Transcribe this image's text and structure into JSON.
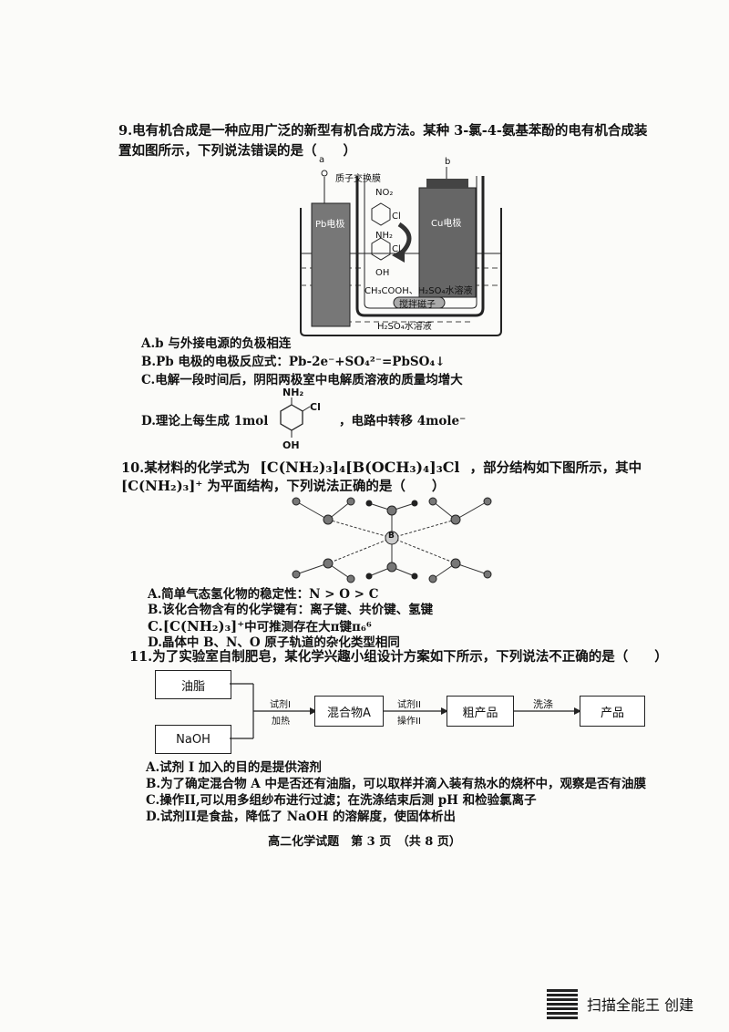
{
  "q9": {
    "stem_line1": "9.电有机合成是一种应用广泛的新型有机合成方法。某种 3-氯-4-氨基苯酚的电有机合成装",
    "stem_line2": "置如图所示，下列说法错误的是（　　）",
    "fig": {
      "terminal_a": "a",
      "terminal_b": "b",
      "membrane": "质子交换膜",
      "pb": "Pb电极",
      "cu": "Cu电极",
      "no2": "NO₂",
      "cl1": "Cl",
      "nh2": "NH₂",
      "cl2": "Cl",
      "oh": "OH",
      "solution1": "CH₃COOH、H₂SO₄水溶液",
      "stirrer": "搅拌磁子",
      "solution2": "H₂SO₄水溶液"
    },
    "options": {
      "A": "A.b 与外接电源的负极相连",
      "B": "B.Pb 电极的电极反应式：Pb-2e⁻+SO₄²⁻=PbSO₄↓",
      "C": "C.电解一段时间后，阴阳两极室中电解质溶液的质量均增大",
      "D_pre": "D.理论上每生成 1mol",
      "D_post": "，电路中转移 4mole⁻",
      "D_nh2": "NH₂",
      "D_cl": "Cl",
      "D_oh": "OH"
    }
  },
  "q10": {
    "stem_line1_pre": "10.某材料的化学式为",
    "stem_formula": "[C(NH₂)₃]₄[B(OCH₃)₄]₃Cl",
    "stem_line1_post": "，部分结构如下图所示，其中",
    "stem_line2_formula": "[C(NH₂)₃]⁺",
    "stem_line2_post": "为平面结构，下列说法正确的是（　　）",
    "fig_center": "B",
    "options": {
      "A": "A.简单气态氢化物的稳定性：N > O > C",
      "B": "B.该化合物含有的化学键有：离子键、共价键、氢键",
      "C_formula": "C.[C(NH₂)₃]⁺",
      "C_post": "中可推测存在大π键π₆⁶",
      "D": "D.晶体中 B、N、O 原子轨道的杂化类型相同"
    }
  },
  "q11": {
    "stem": "11.为了实验室自制肥皂，某化学兴趣小组设计方案如下所示，下列说法不正确的是（　　）",
    "flow": {
      "oil": "油脂",
      "naoh": "NaOH",
      "reagent1": "试剂I",
      "heat": "加热",
      "mixture": "混合物A",
      "reagent2": "试剂II",
      "op2": "操作II",
      "crude": "粗产品",
      "wash": "洗涤",
      "product": "产品"
    },
    "options": {
      "A": "A.试剂 I 加入的目的是提供溶剂",
      "B": "B.为了确定混合物 A 中是否还有油脂，可以取样并滴入装有热水的烧杯中，观察是否有油膜",
      "C": "C.操作II,可以用多组纱布进行过滤；在洗涤结束后测 pH 和检验氯离子",
      "D": "D.试剂II是食盐，降低了 NaOH 的溶解度，使固体析出"
    }
  },
  "footer": "高二化学试题　第 3 页　（共 8 页）",
  "scanner": "扫描全能王 创建"
}
